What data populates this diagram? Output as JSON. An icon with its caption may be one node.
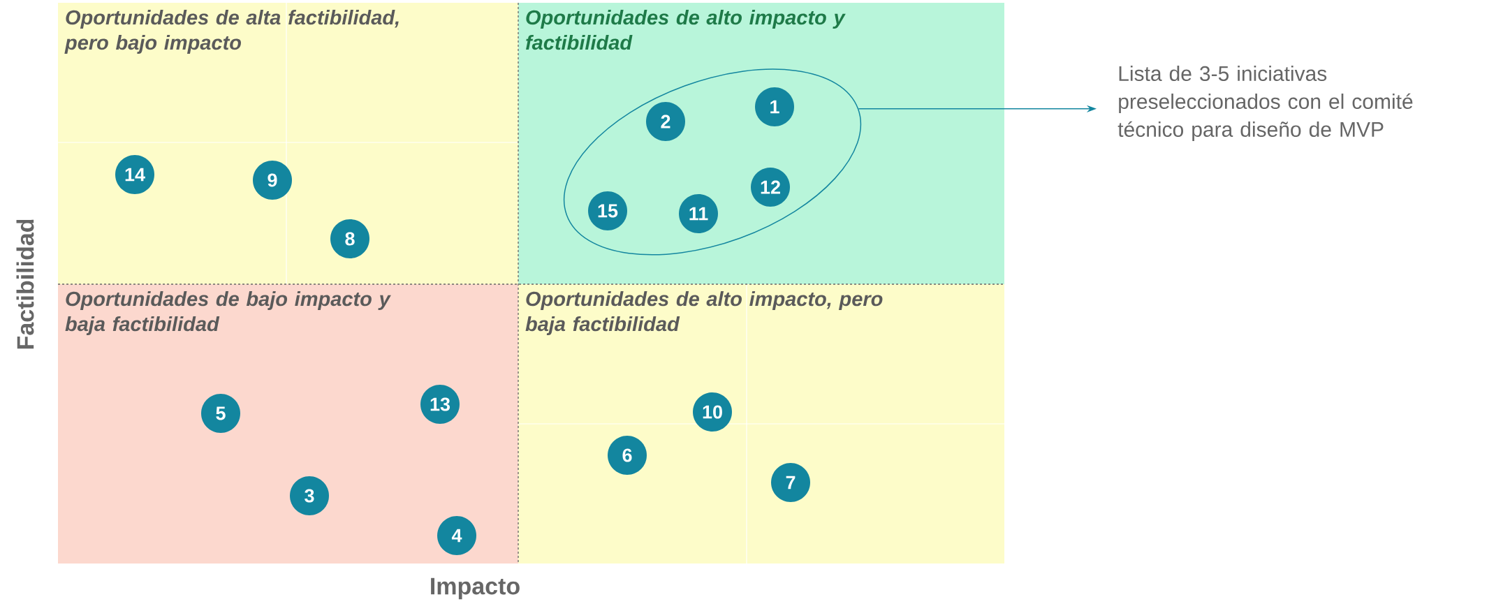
{
  "diagram": {
    "nodes": [
      {
        "text": [
          "Oportunidades de alta factibilidad, pero bajo impacto"
        ]
      },
      {
        "text": [
          "Oportunidades de alto impacto y factibilidad"
        ]
      },
      {
        "text": [
          "Oportunidades de bajo impacto y baja factibilidad"
        ]
      },
      {
        "text": [
          "Oportunidades de alto impacto, pero baja factibilidad"
        ]
      },
      {
        "text": [],
        "shape": "ellipse",
        "in": 1
      },
      {
        "text": [
          "Lista de 3-5 iniciativas preseleccionados con el comité técnico para diseño de MVP"
        ]
      },
      {
        "text": [
          "14"
        ],
        "in": 0
      },
      {
        "text": [
          "9"
        ],
        "in": 0
      },
      {
        "text": [
          "8"
        ],
        "in": 0
      },
      {
        "text": [
          "1"
        ],
        "in": 4
      },
      {
        "text": [
          "2"
        ],
        "in": 4
      },
      {
        "text": [
          "12"
        ],
        "in": 4
      },
      {
        "text": [
          "15"
        ],
        "in": 4
      },
      {
        "text": [
          "11"
        ],
        "in": 4
      },
      {
        "text": [
          "13"
        ],
        "in": 2
      },
      {
        "text": [
          "5"
        ],
        "in": 2
      },
      {
        "text": [
          "3"
        ],
        "in": 2
      },
      {
        "text": [
          "4"
        ],
        "in": 2
      },
      {
        "text": [
          "10"
        ],
        "in": 3
      },
      {
        "text": [
          "6"
        ],
        "in": 3
      },
      {
        "text": [
          "7"
        ],
        "in": 3
      }
    ],
    "edges": [
      {
        "from": 4,
        "to": 5,
        "arrow": "to"
      }
    ],
    "labels": [
      "Factibilidad",
      "Impacto"
    ]
  }
}
